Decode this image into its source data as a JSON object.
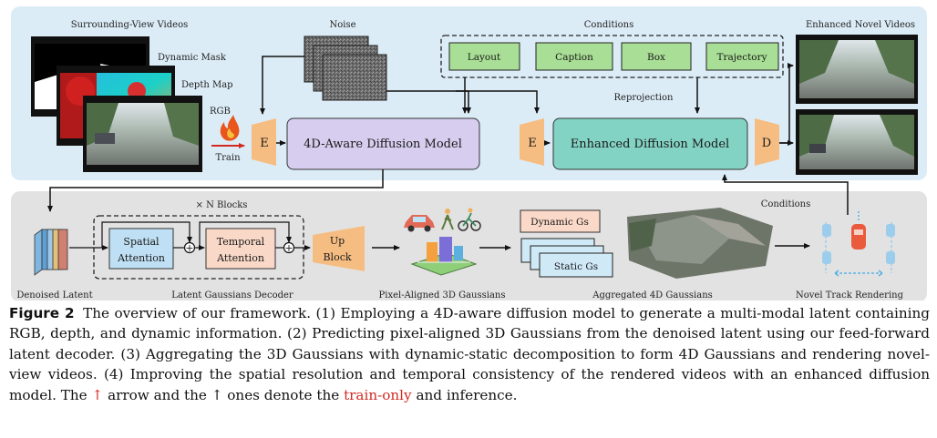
{
  "top": {
    "surrounding_videos": "Surrounding-View Videos",
    "dynamic_mask": "Dynamic Mask",
    "depth_map": "Depth Map",
    "rgb": "RGB",
    "train": "Train",
    "noise": "Noise",
    "encoder_label": "E",
    "diffusion_4d": "4D-Aware Diffusion Model",
    "conditions": "Conditions",
    "conditions_items": [
      "Layout",
      "Caption",
      "Box",
      "Trajectory"
    ],
    "reprojection": "Reprojection",
    "encoder2_label": "E",
    "enhanced_model": "Enhanced Diffusion Model",
    "decoder_label": "D",
    "enhanced_videos": "Enhanced Novel Videos"
  },
  "bottom": {
    "denoised_latent": "Denoised Latent",
    "n_blocks": "× N Blocks",
    "spatial_attention_1": "Spatial",
    "spatial_attention_2": "Attention",
    "temporal_attention_1": "Temporal",
    "temporal_attention_2": "Attention",
    "plus": "+",
    "up_block_1": "Up",
    "up_block_2": "Block",
    "latent_decoder": "Latent Gaussians Decoder",
    "pixel_aligned": "Pixel-Aligned 3D Gaussians",
    "dynamic_gs": "Dynamic Gs",
    "static_gs": "Static Gs",
    "aggregated": "Aggregated 4D Gaussians",
    "conditions": "Conditions",
    "novel_track": "Novel Track Rendering"
  },
  "caption": {
    "label": "Figure 2",
    "part1": "The overview of our framework. (1) Employing a 4D-aware diffusion model to generate a multi-modal latent containing RGB, depth, and dynamic information. (2) Predicting pixel-aligned 3D Gaussians from the denoised latent using our feed-forward latent decoder. (3) Aggregating the 3D Gaussians with dynamic-static decomposition to form 4D Gaussians and rendering novel-view videos. (4) Improving the spatial resolution and temporal consistency of the rendered videos with an enhanced diffusion model. The",
    "red_arrow": "↑",
    "part2": "arrow and the",
    "black_arrow": "↑",
    "part3": "ones denote the",
    "train_only": "train-only",
    "part4": "and inference."
  },
  "colors": {
    "top_panel": "#dcecf6",
    "bottom_panel": "#e2e2e2",
    "diffusion_4d_fill": "#d6cdef",
    "enhanced_fill": "#83d3c5",
    "condition_fill": "#a8de95",
    "encoder_fill": "#f6bd82",
    "spatial_fill": "#bfe0f4",
    "temporal_fill": "#f9d8c7",
    "dynamic_gs_fill": "#fbd9c8",
    "static_gs_fill": "#cfe9f7",
    "red": "#d22a20"
  }
}
